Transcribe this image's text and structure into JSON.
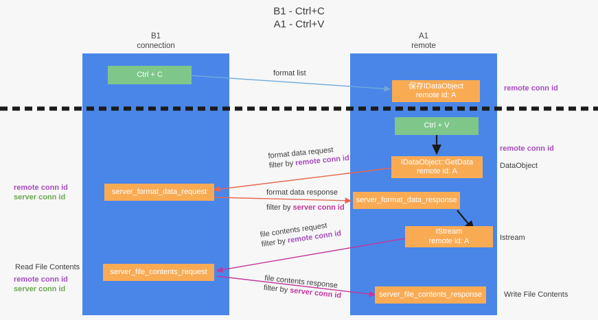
{
  "heading": {
    "line1": "B1 - Ctrl+C",
    "line2": "A1 - Ctrl+V"
  },
  "lanes": [
    {
      "id": "b1",
      "title": "B1",
      "subtitle": "connection",
      "color": "#4a86e8"
    },
    {
      "id": "a1",
      "title": "A1",
      "subtitle": "remote",
      "color": "#4a86e8"
    }
  ],
  "nodes": {
    "ctrl_c": {
      "line1": "Ctrl + C",
      "line2": "",
      "color": "#7ec68a"
    },
    "ctrl_v": {
      "line1": "Ctrl + V",
      "line2": "",
      "color": "#7ec68a"
    },
    "save_idataobject": {
      "line1": "保存IDataObject",
      "line2": "remote id: A",
      "color": "#f9ab54"
    },
    "getdata": {
      "line1": "IDataObject::GetData",
      "line2": "remote id: A",
      "color": "#f9ab54"
    },
    "istream": {
      "line1": "IStream",
      "line2": "remote id: A",
      "color": "#f9ab54"
    },
    "server_format_data_request": {
      "line1": "server_format_data_request",
      "line2": "",
      "color": "#f9ab54"
    },
    "server_format_data_response": {
      "line1": "server_format_data_response",
      "line2": "",
      "color": "#f9ab54"
    },
    "server_file_contents_request": {
      "line1": "server_file_contents_request",
      "line2": "",
      "color": "#f9ab54"
    },
    "server_file_contents_response": {
      "line1": "server_file_contents_response",
      "line2": "",
      "color": "#f9ab54"
    }
  },
  "edge_labels": {
    "format_list": "format list",
    "format_data_request": "format data request",
    "format_data_request_filter_prefix": "filter by ",
    "format_data_request_filter_key": "remote conn id",
    "format_data_response": "format data response",
    "format_data_response_filter_prefix": "filter by ",
    "format_data_response_filter_key": "server conn id",
    "file_contents_request": "file contents request",
    "file_contents_request_filter_prefix": "filter by ",
    "file_contents_request_filter_key": "remote conn id",
    "file_contents_response": "file contents response",
    "file_contents_response_filter_prefix": "filter by ",
    "file_contents_response_filter_key": "server conn id"
  },
  "annotations": {
    "right_remote_conn_id_top": "remote conn id",
    "right_remote_conn_id_mid": "remote conn id",
    "right_dataobject": "DataObject",
    "right_istream": "Istream",
    "right_write_file_contents": "Write File Contents",
    "left_remote_conn_id_mid": "remote conn id",
    "left_server_conn_id_mid": "server conn id",
    "left_read_file_contents": "Read File Contents",
    "left_remote_conn_id_bottom": "remote conn id",
    "left_server_conn_id_bottom": "server conn id"
  },
  "colors": {
    "lane": "#4a86e8",
    "green_node": "#7ec68a",
    "orange_node": "#f9ab54",
    "purple_text": "#a64dbf",
    "green_text": "#6aa84f",
    "pink_text": "#c2379b",
    "red_arrow": "#e8654f",
    "blue_arrow": "#6fa8dc",
    "magenta_arrow": "#c2379b",
    "black_arrow": "#1b1b1b",
    "divider": "#1b1b1b",
    "background": "#f7f7f7"
  }
}
